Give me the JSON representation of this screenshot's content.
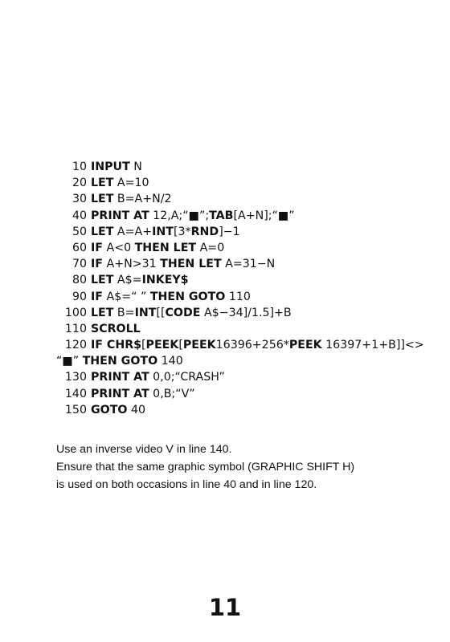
{
  "listing": [
    {
      "num": "10",
      "parts": [
        [
          "b",
          "INPUT"
        ],
        [
          "r",
          " N"
        ]
      ]
    },
    {
      "num": "20",
      "parts": [
        [
          "b",
          "LET"
        ],
        [
          "r",
          " A=10"
        ]
      ]
    },
    {
      "num": "30",
      "parts": [
        [
          "b",
          "LET"
        ],
        [
          "r",
          " B=A+N/2"
        ]
      ]
    },
    {
      "num": "40",
      "parts": [
        [
          "b",
          "PRINT AT"
        ],
        [
          "r",
          " 12,A;“■”;"
        ],
        [
          "b",
          "TAB"
        ],
        [
          "r",
          "[A+N];“■”"
        ]
      ]
    },
    {
      "num": "50",
      "parts": [
        [
          "b",
          "LET"
        ],
        [
          "r",
          " A=A+"
        ],
        [
          "b",
          "INT"
        ],
        [
          "r",
          "[3*"
        ],
        [
          "b",
          "RND"
        ],
        [
          "r",
          "]−1"
        ]
      ]
    },
    {
      "num": "60",
      "parts": [
        [
          "b",
          "IF"
        ],
        [
          "r",
          " A<0 "
        ],
        [
          "b",
          "THEN LET"
        ],
        [
          "r",
          " A=0"
        ]
      ]
    },
    {
      "num": "70",
      "parts": [
        [
          "b",
          "IF"
        ],
        [
          "r",
          " A+N>31 "
        ],
        [
          "b",
          "THEN LET"
        ],
        [
          "r",
          " A=31−N"
        ]
      ]
    },
    {
      "num": "80",
      "parts": [
        [
          "b",
          "LET"
        ],
        [
          "r",
          " A$="
        ],
        [
          "b",
          "INKEY$"
        ]
      ]
    },
    {
      "num": "90",
      "parts": [
        [
          "b",
          "IF"
        ],
        [
          "r",
          " A$=“ ” "
        ],
        [
          "b",
          "THEN GOTO"
        ],
        [
          "r",
          " 110"
        ]
      ]
    },
    {
      "num": "100",
      "parts": [
        [
          "b",
          "LET"
        ],
        [
          "r",
          " B="
        ],
        [
          "b",
          "INT"
        ],
        [
          "r",
          "[["
        ],
        [
          "b",
          "CODE"
        ],
        [
          "r",
          " A$−34]/1.5]+B"
        ]
      ]
    },
    {
      "num": "110",
      "parts": [
        [
          "b",
          "SCROLL"
        ]
      ]
    },
    {
      "num": "120",
      "parts": [
        [
          "b",
          "IF CHR$"
        ],
        [
          "r",
          "["
        ],
        [
          "b",
          "PEEK"
        ],
        [
          "r",
          "["
        ],
        [
          "b",
          "PEEK"
        ],
        [
          "r",
          "16396+256*"
        ],
        [
          "b",
          "PEEK"
        ],
        [
          "r",
          " 16397+1+B]]<>"
        ]
      ]
    },
    {
      "num": "",
      "wrap": true,
      "parts": [
        [
          "r",
          "“■” "
        ],
        [
          "b",
          "THEN GOTO"
        ],
        [
          "r",
          " 140"
        ]
      ]
    },
    {
      "num": "130",
      "parts": [
        [
          "b",
          "PRINT AT"
        ],
        [
          "r",
          " 0,0;“CRASH”"
        ]
      ]
    },
    {
      "num": "140",
      "parts": [
        [
          "b",
          "PRINT AT"
        ],
        [
          "r",
          " 0,B;“V”"
        ]
      ]
    },
    {
      "num": "150",
      "parts": [
        [
          "b",
          "GOTO"
        ],
        [
          "r",
          " 40"
        ]
      ]
    }
  ],
  "notes": [
    "Use an inverse video V in line 140.",
    "Ensure that the same graphic symbol (GRAPHIC SHIFT H)",
    "is used on both occasions in line 40 and in line 120."
  ],
  "page_number": "11"
}
